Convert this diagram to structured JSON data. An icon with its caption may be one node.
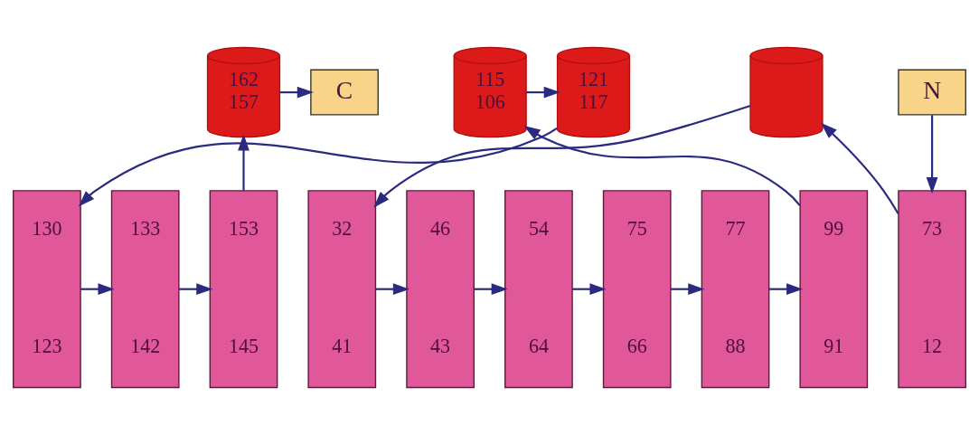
{
  "diagram": {
    "nodes": [
      {
        "text": [
          "121",
          "117"
        ]
      },
      {
        "text": [
          "C"
        ]
      },
      {
        "text": [
          "162",
          "157"
        ]
      },
      {
        "text": [],
        "shape": "cylinder"
      },
      {
        "text": [
          "115",
          "106"
        ]
      },
      {
        "text": [
          "130",
          "123"
        ]
      },
      {
        "text": [
          "133",
          "142"
        ]
      },
      {
        "text": [
          "153",
          "145"
        ]
      },
      {
        "text": [
          "73",
          "12"
        ]
      },
      {
        "text": [
          "54",
          "64"
        ]
      },
      {
        "text": [
          "46",
          "43"
        ]
      },
      {
        "text": [
          "99",
          "91"
        ]
      },
      {
        "text": [
          "77",
          "88"
        ]
      },
      {
        "text": [
          "75",
          "66"
        ]
      },
      {
        "text": [
          "32",
          "41"
        ]
      },
      {
        "text": [
          "N"
        ]
      }
    ],
    "edges": [
      {
        "from": 15,
        "to": 8,
        "arrow": "to"
      },
      {
        "from": 8,
        "to": 3,
        "arrow": "to"
      },
      {
        "from": 3,
        "to": 14,
        "arrow": "to"
      },
      {
        "from": 14,
        "to": 10,
        "arrow": "to"
      },
      {
        "from": 10,
        "to": 9,
        "arrow": "to"
      },
      {
        "from": 9,
        "to": 13,
        "arrow": "to"
      },
      {
        "from": 13,
        "to": 12,
        "arrow": "to"
      },
      {
        "from": 12,
        "to": 11,
        "arrow": "to"
      },
      {
        "from": 11,
        "to": 4,
        "arrow": "to"
      },
      {
        "from": 4,
        "to": 0,
        "arrow": "to"
      },
      {
        "from": 0,
        "to": 5,
        "arrow": "to"
      },
      {
        "from": 5,
        "to": 6,
        "arrow": "to"
      },
      {
        "from": 6,
        "to": 7,
        "arrow": "to"
      },
      {
        "from": 7,
        "to": 2,
        "arrow": "to"
      },
      {
        "from": 2,
        "to": 1,
        "arrow": "to"
      }
    ]
  }
}
